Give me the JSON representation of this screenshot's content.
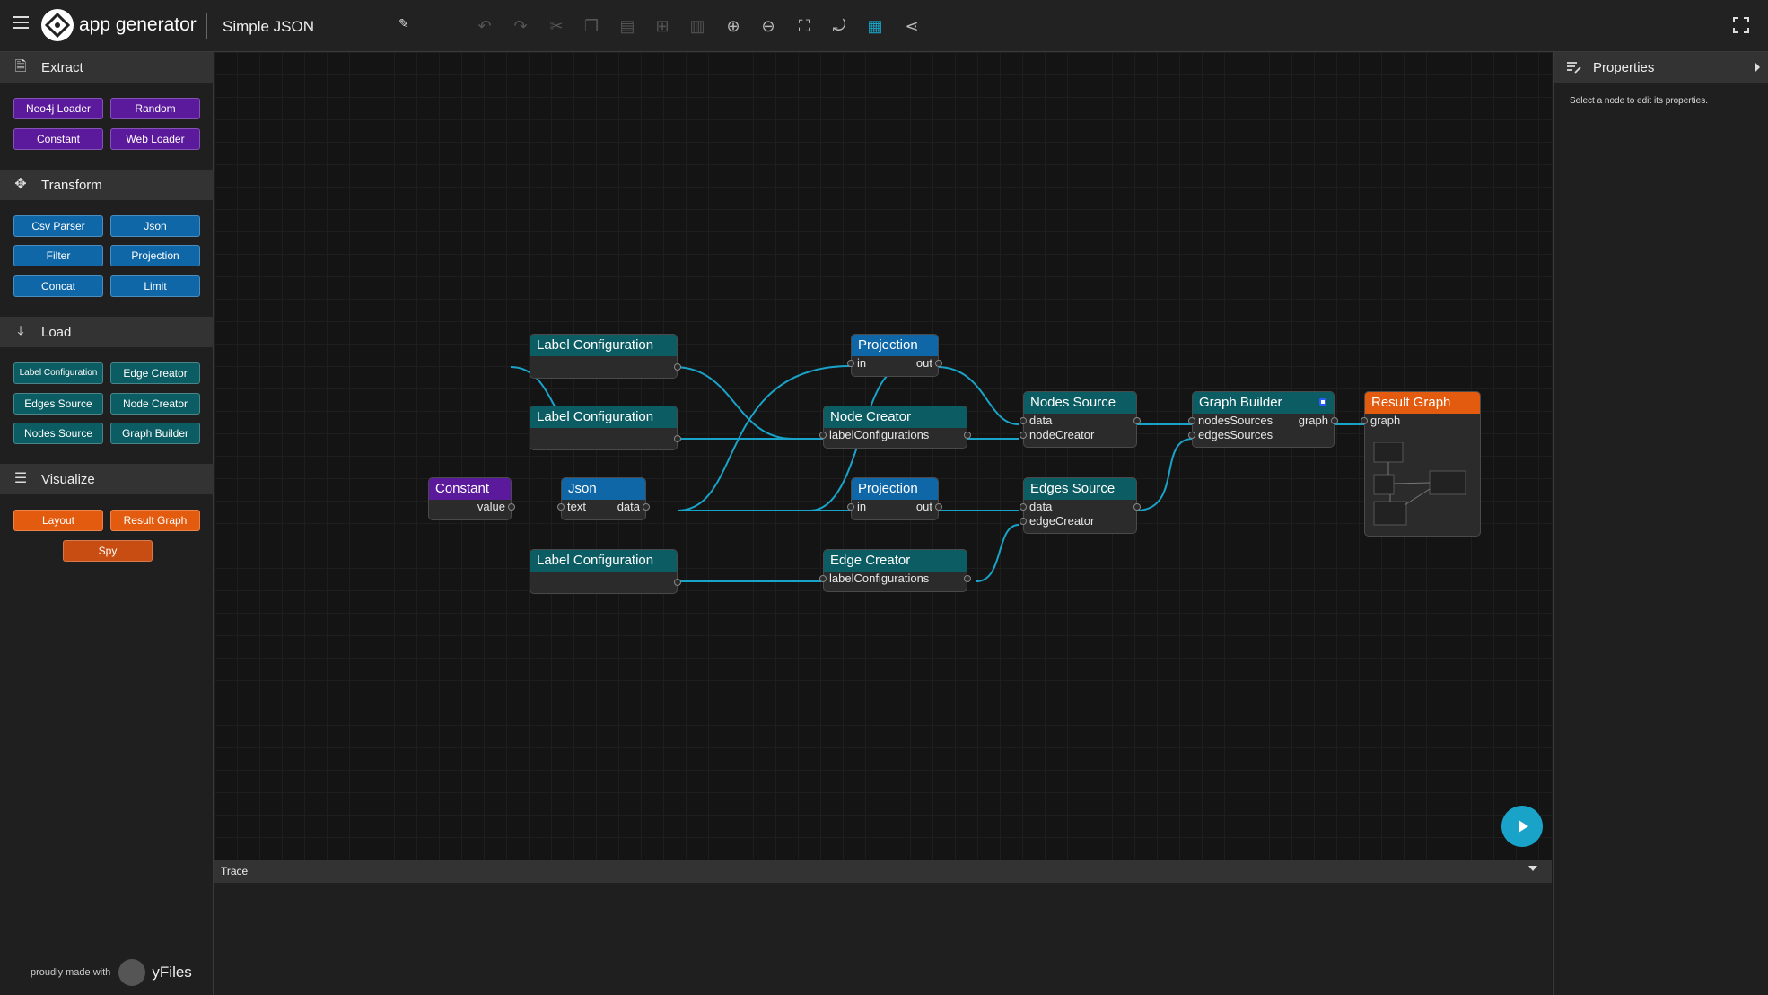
{
  "header": {
    "app_title": "app generator",
    "doc_title": "Simple JSON",
    "toolbar": [
      "undo-icon",
      "redo-icon",
      "cut-icon",
      "copy-icon",
      "paste-icon",
      "duplicate-icon",
      "delete-icon",
      "zoom-in-icon",
      "zoom-out-icon",
      "fit-content-icon",
      "snap-icon",
      "grid-icon",
      "layout-icon"
    ]
  },
  "sidebar": {
    "sections": [
      {
        "label": "Extract",
        "icon": "file-export-icon",
        "buttons": [
          "Neo4j Loader",
          "Random",
          "Constant",
          "Web Loader"
        ]
      },
      {
        "label": "Transform",
        "icon": "transform-icon",
        "buttons": [
          "Csv Parser",
          "Json",
          "Filter",
          "Projection",
          "Concat",
          "Limit"
        ]
      },
      {
        "label": "Load",
        "icon": "download-icon",
        "buttons": [
          "Label Configuration",
          "Edge Creator",
          "Edges Source",
          "Node Creator",
          "Nodes Source",
          "Graph Builder"
        ]
      },
      {
        "label": "Visualize",
        "icon": "layers-icon",
        "buttons": [
          "Layout",
          "Result Graph",
          "Spy"
        ]
      }
    ],
    "footer_text": "proudly made with",
    "footer_brand": "yFiles"
  },
  "graph": {
    "nodes": {
      "label_config_1": {
        "title": "Label Configuration"
      },
      "label_config_2": {
        "title": "Label Configuration"
      },
      "label_config_3": {
        "title": "Label Configuration"
      },
      "projection_1": {
        "title": "Projection",
        "in": "in",
        "out": "out"
      },
      "projection_2": {
        "title": "Projection",
        "in": "in",
        "out": "out"
      },
      "node_creator": {
        "title": "Node Creator",
        "port": "labelConfigurations"
      },
      "edge_creator": {
        "title": "Edge Creator",
        "port": "labelConfigurations"
      },
      "constant": {
        "title": "Constant",
        "port": "value"
      },
      "json": {
        "title": "Json",
        "in": "text",
        "out": "data"
      },
      "nodes_source": {
        "title": "Nodes Source",
        "port1": "data",
        "port2": "nodeCreator"
      },
      "edges_source": {
        "title": "Edges Source",
        "port1": "data",
        "port2": "edgeCreator"
      },
      "graph_builder": {
        "title": "Graph Builder",
        "port1": "nodesSources",
        "port2": "edgesSources",
        "out": "graph"
      },
      "result_graph": {
        "title": "Result Graph",
        "port": "graph"
      }
    },
    "edge_color": "#1aa3c8"
  },
  "trace": {
    "label": "Trace"
  },
  "properties": {
    "title": "Properties",
    "hint": "Select a node to edit its properties."
  }
}
